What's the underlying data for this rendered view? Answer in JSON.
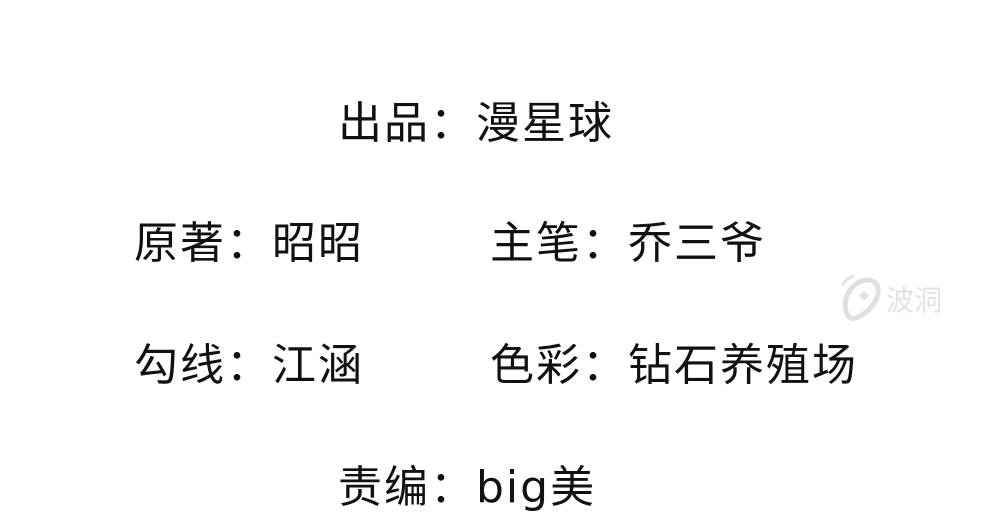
{
  "credits": {
    "producer": {
      "label": "出品：",
      "value": "漫星球"
    },
    "original": {
      "label": "原著：",
      "value": "昭昭"
    },
    "lead_artist": {
      "label": "主笔：",
      "value": "乔三爷"
    },
    "lineart": {
      "label": "勾线：",
      "value": "江涵"
    },
    "color": {
      "label": "色彩：",
      "value": "钻石养殖场"
    },
    "editor": {
      "label": "责编：",
      "value": "big美"
    }
  },
  "watermark": {
    "text": "波洞",
    "icon": "bodong-logo-icon"
  }
}
